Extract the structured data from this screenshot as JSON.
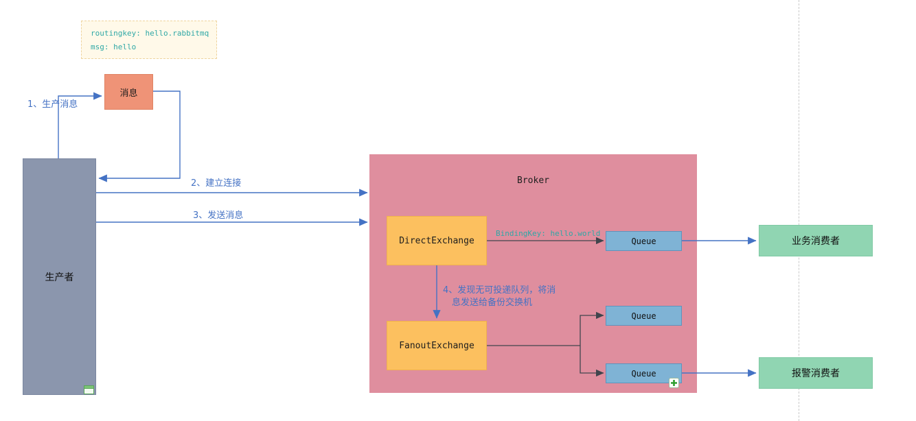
{
  "note": {
    "routingkey_line": "routingkey: hello.rabbitmq",
    "msg_line": "msg: hello"
  },
  "steps": {
    "step1": "1、生产消息",
    "step2": "2、建立连接",
    "step3": "3、发送消息",
    "step4_line1": "4、发现无可投递队列，将消",
    "step4_line2": "息发送给备份交换机"
  },
  "binding": {
    "label": "BindingKey: hello.world"
  },
  "nodes": {
    "message": "消息",
    "producer": "生产者",
    "broker": "Broker",
    "direct_exchange": "DirectExchange",
    "fanout_exchange": "FanoutExchange",
    "queue_direct": "Queue",
    "queue_fanout_top": "Queue",
    "queue_fanout_bottom": "Queue",
    "business_consumer": "业务消费者",
    "alert_consumer": "报警消费者"
  },
  "colors": {
    "step_label_blue": "#4472C4",
    "note_text_teal": "#2FA8A6",
    "note_bg": "#FFF9E9",
    "message_bg": "#EF9377",
    "producer_bg": "#8B96AD",
    "broker_bg": "#DF8E9E",
    "exchange_bg": "#FCC05F",
    "queue_bg": "#7FB3D5",
    "consumer_bg": "#90D5B2",
    "connector_blue": "#4472C4",
    "connector_dark": "#40454D"
  }
}
